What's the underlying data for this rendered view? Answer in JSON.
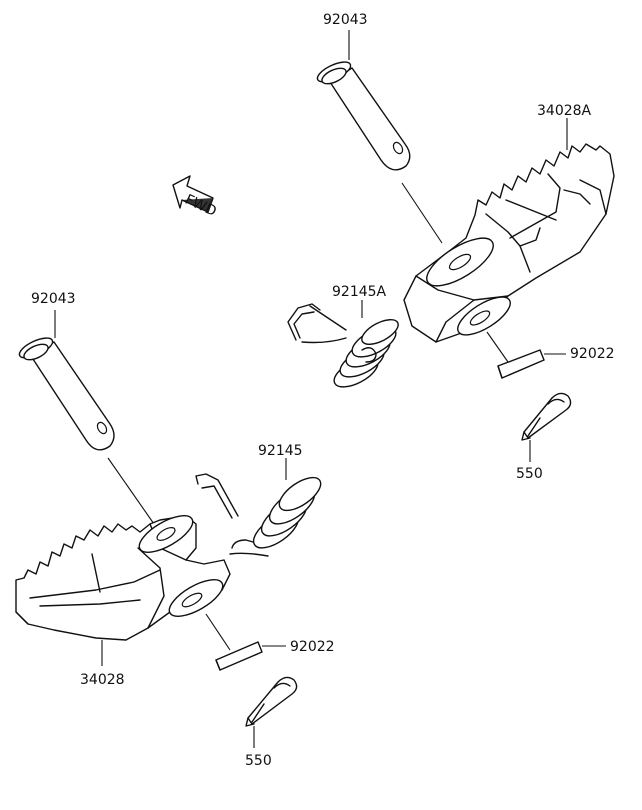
{
  "diagram": {
    "fwd_label": "FWD",
    "parts": {
      "pin_upper": "92043",
      "peg_right": "34028A",
      "spring_upper": "92145A",
      "washer_upper": "92022",
      "cotter_upper": "550",
      "pin_lower": "92043",
      "spring_lower": "92145",
      "washer_lower": "92022",
      "peg_left": "34028",
      "cotter_lower": "550"
    }
  }
}
